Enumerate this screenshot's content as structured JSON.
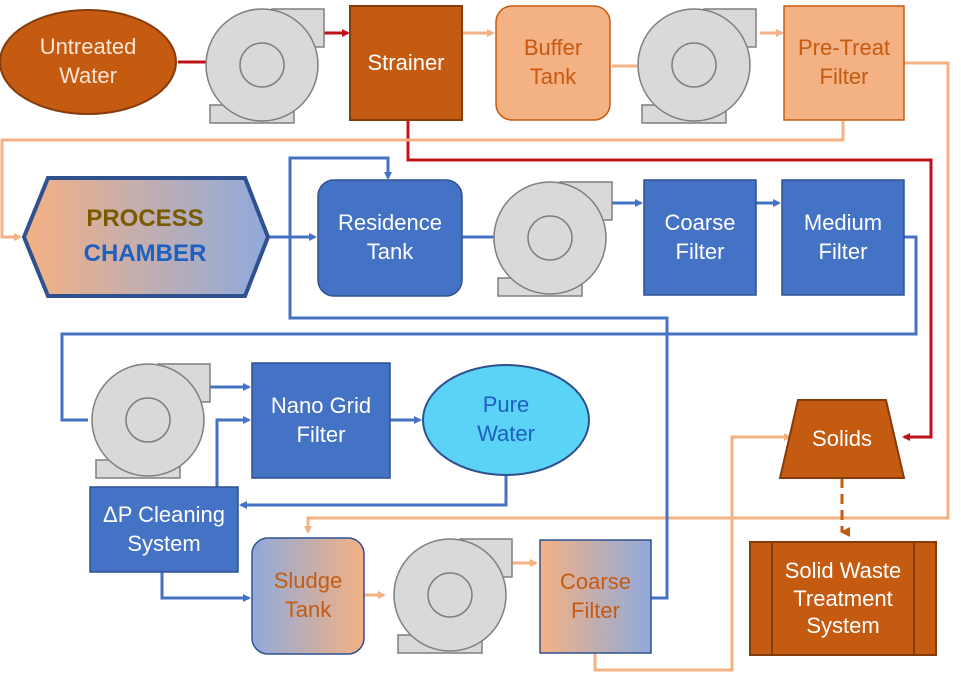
{
  "colors": {
    "red_line": "#c0121a",
    "orange_light": "#f4b183",
    "orange_dark": "#c55a11",
    "blue": "#4472c4",
    "pump_fill": "#d9d9d9",
    "pump_stroke": "#7f7f7f",
    "pure_water": "#5bd3f7"
  },
  "nodes": {
    "untreated_water": "Untreated\nWater",
    "strainer": "Strainer",
    "buffer_tank": "Buffer\nTank",
    "pre_treat_filter": "Pre-Treat\nFilter",
    "process_chamber_line1": "PROCESS",
    "process_chamber_line2": "CHAMBER",
    "residence_tank": "Residence\nTank",
    "coarse_filter_top": "Coarse\nFilter",
    "medium_filter": "Medium\nFilter",
    "nano_grid_filter": "Nano Grid\nFilter",
    "pure_water": "Pure\nWater",
    "solids": "Solids",
    "dp_cleaning_system": "ΔP Cleaning\nSystem",
    "sludge_tank": "Sludge\nTank",
    "coarse_filter_bottom": "Coarse\nFilter",
    "solid_waste_treatment": "Solid Waste\nTreatment\nSystem"
  },
  "icons": {
    "pump": "centrifugal-pump-icon"
  }
}
